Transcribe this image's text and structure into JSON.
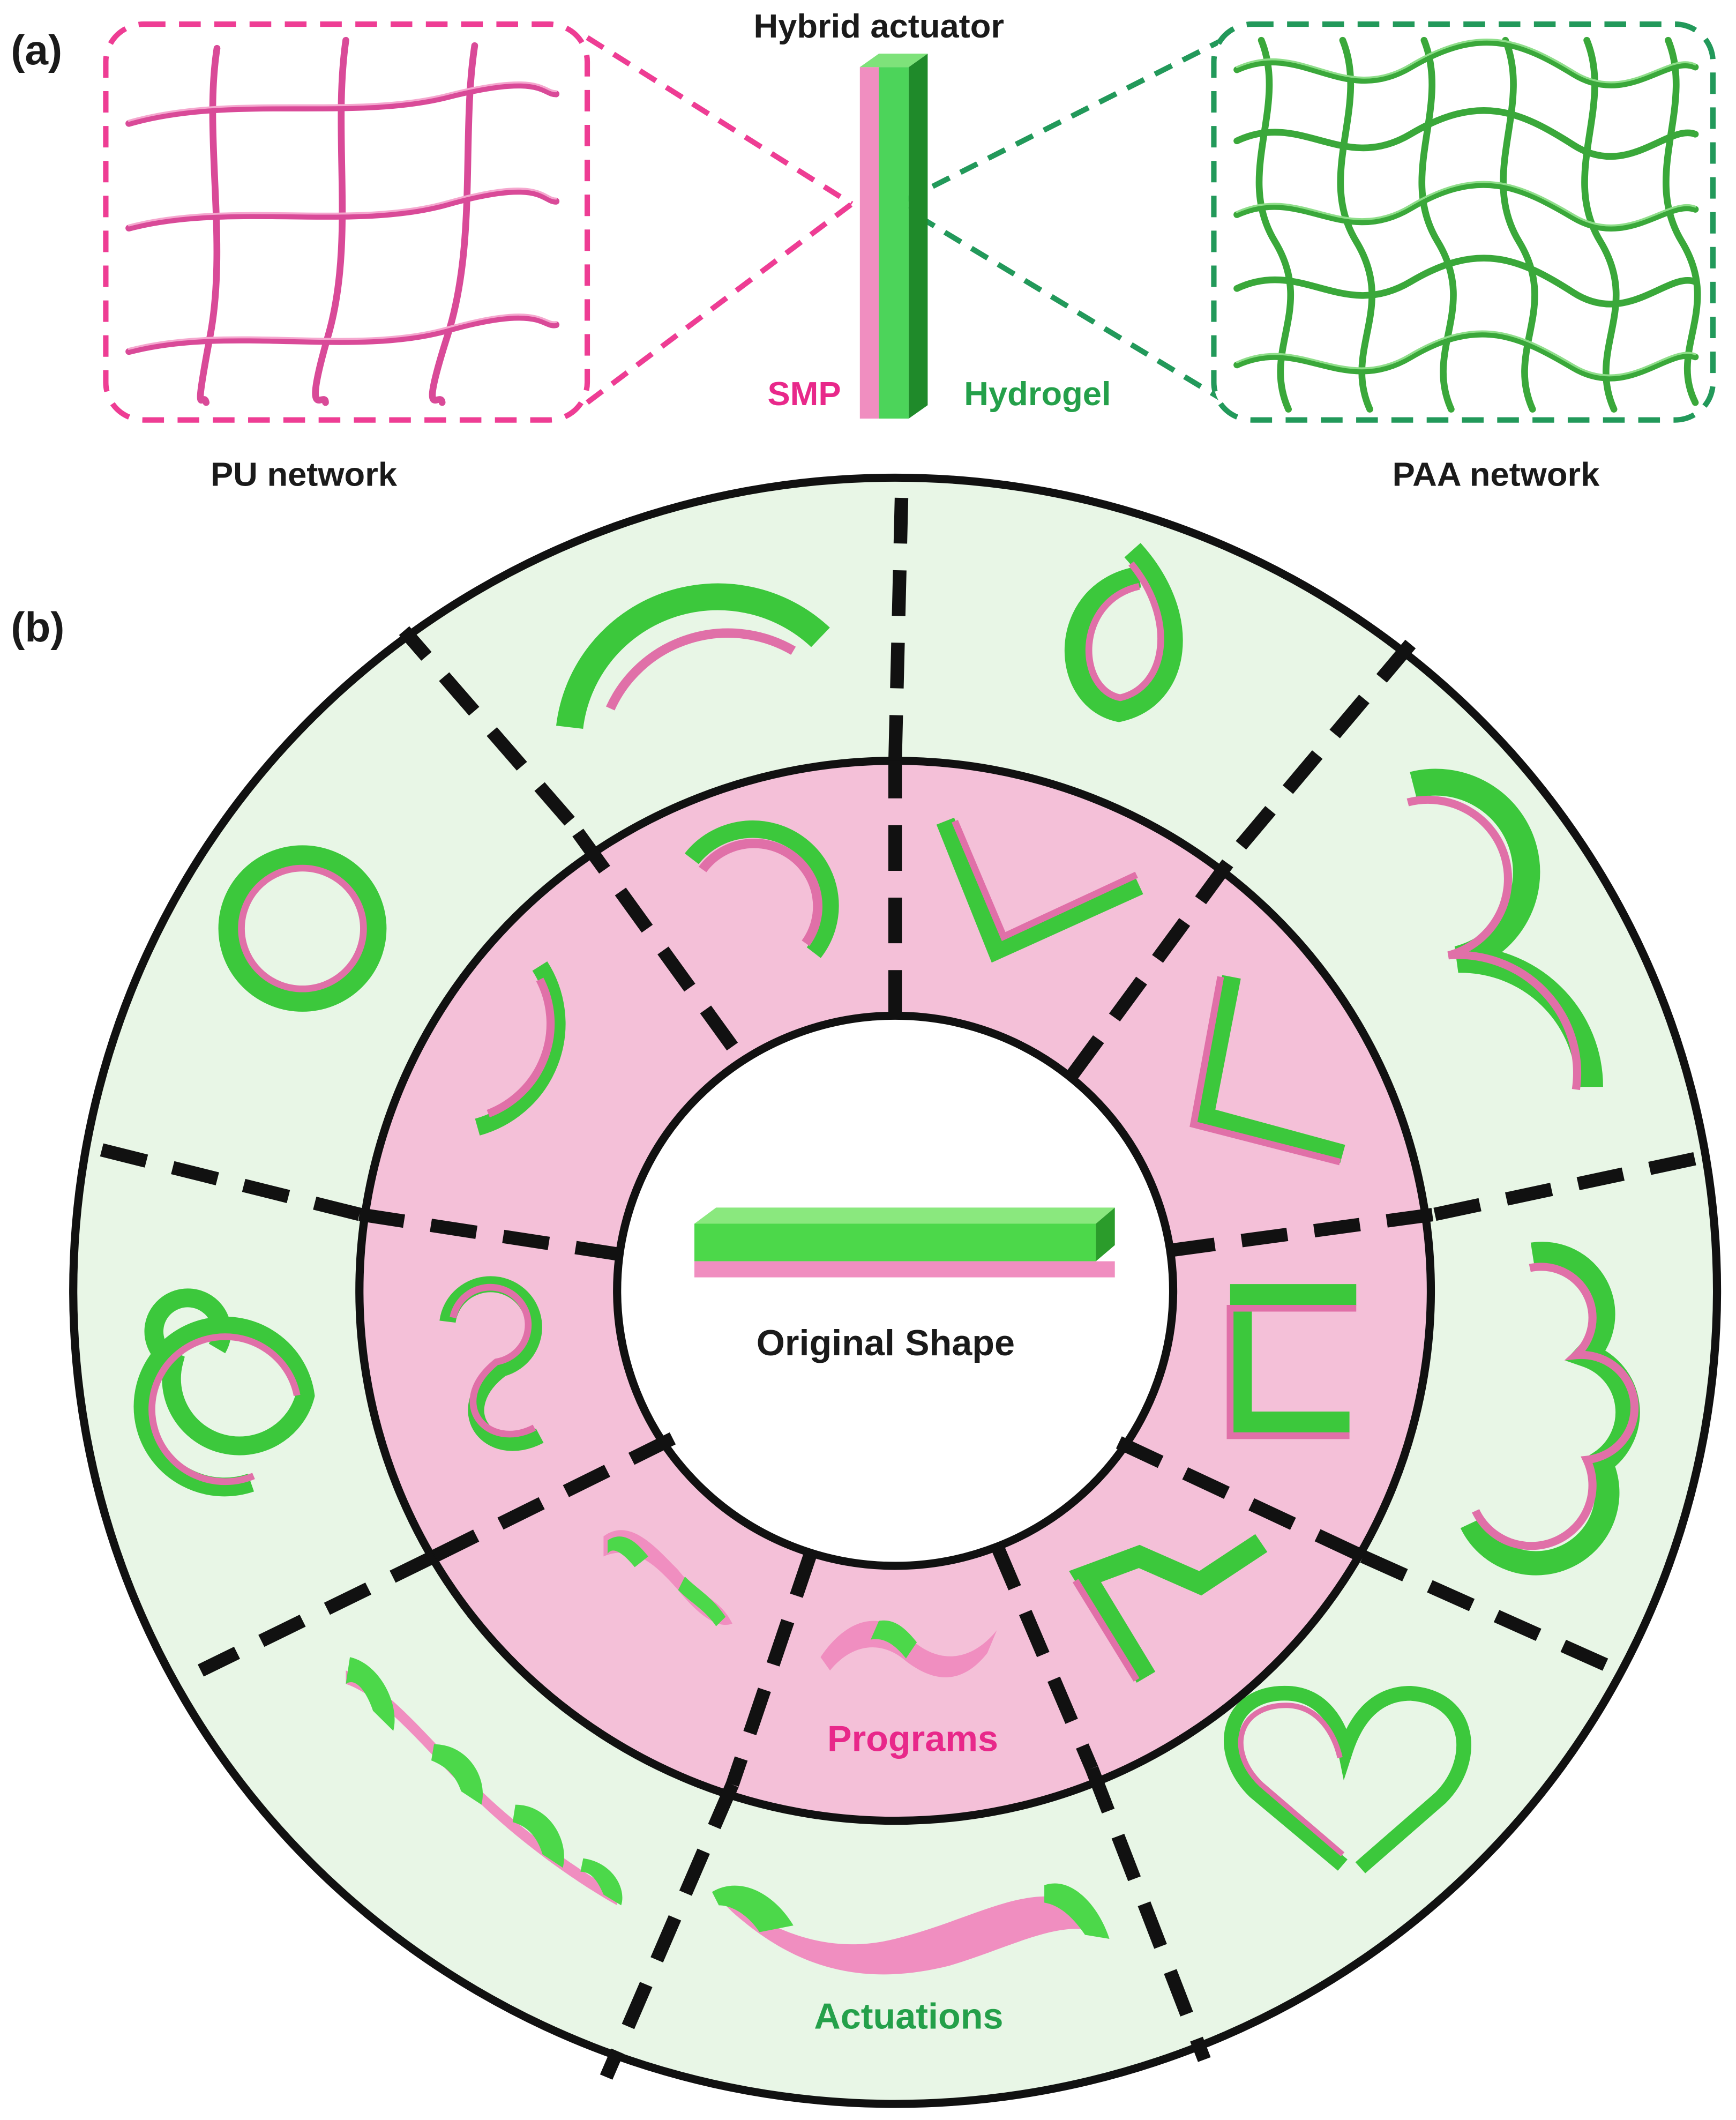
{
  "panels": {
    "a": {
      "letter": "(a)"
    },
    "b": {
      "letter": "(b)"
    }
  },
  "actuator": {
    "title": "Hybrid actuator",
    "smp_label": "SMP",
    "hydrogel_label": "Hydrogel"
  },
  "networks": {
    "left_caption": "PU network",
    "right_caption": "PAA network"
  },
  "ring": {
    "center_label": "Original Shape",
    "inner_ring_label": "Programs",
    "outer_ring_label": "Actuations"
  },
  "colors": {
    "smp_pink": "#e070a8",
    "hydrogel_green": "#3cc83c",
    "pink_text": "#e8288a",
    "green_text": "#24a04a",
    "program_ring_fill": "#f4c0d8",
    "actuation_ring_fill": "#e8f6e6",
    "pu_frame": "#ee3d94",
    "paa_frame": "#22995a"
  }
}
